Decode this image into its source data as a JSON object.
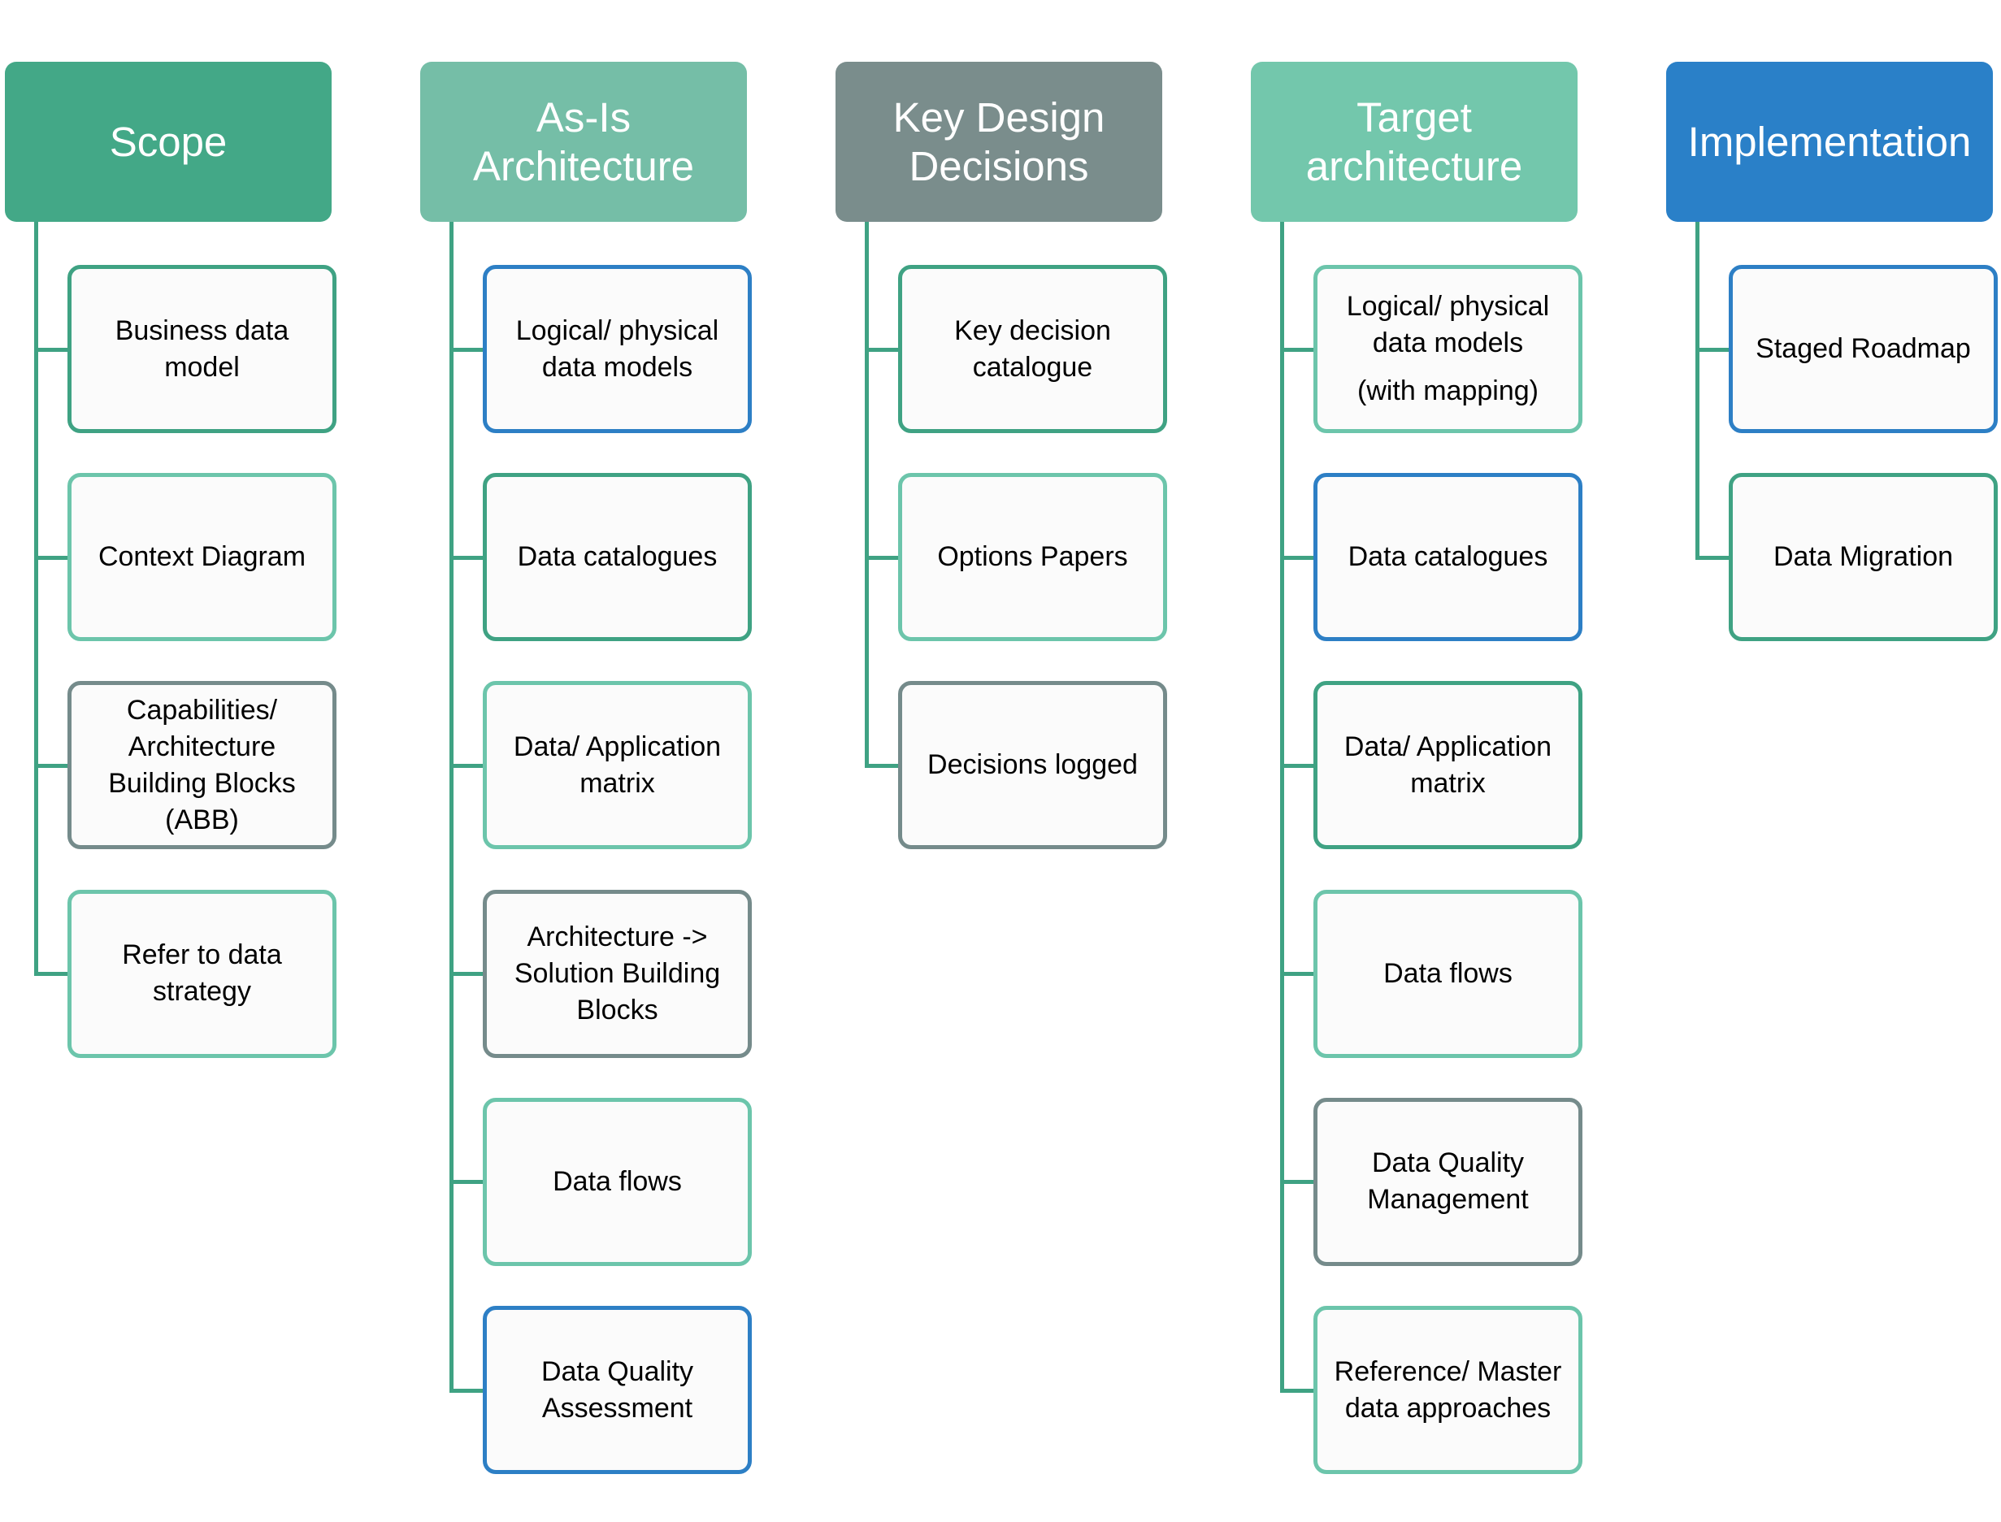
{
  "colors": {
    "connector": "#3fa283",
    "border_green": "#3fa283",
    "border_mint": "#6cc5ab",
    "border_blue": "#2d7fc5",
    "border_gray": "#758b8b",
    "card_fill": "#fbfbfb"
  },
  "columns": [
    {
      "title": "Scope",
      "header_color": "#43a887",
      "cards": [
        {
          "text": "Business data\nmodel",
          "border": "#3fa283"
        },
        {
          "text": "Context Diagram",
          "border": "#6cc5ab"
        },
        {
          "text": "Capabilities/\nArchitecture\nBuilding Blocks\n(ABB)",
          "border": "#758b8b"
        },
        {
          "text": "Refer to data\nstrategy",
          "border": "#6cc5ab"
        }
      ]
    },
    {
      "title": "As-Is\nArchitecture",
      "header_color": "#75bea7",
      "cards": [
        {
          "text": "Logical/ physical\ndata models",
          "border": "#2d7fc5"
        },
        {
          "text": "Data catalogues",
          "border": "#3fa283"
        },
        {
          "text": "Data/ Application\nmatrix",
          "border": "#6cc5ab"
        },
        {
          "text": "Architecture ->\nSolution Building\nBlocks",
          "border": "#758b8b"
        },
        {
          "text": "Data flows",
          "border": "#6cc5ab"
        },
        {
          "text": "Data Quality\nAssessment",
          "border": "#2d7fc5"
        }
      ]
    },
    {
      "title": "Key Design\nDecisions",
      "header_color": "#7a8d8c",
      "cards": [
        {
          "text": "Key decision\ncatalogue",
          "border": "#3fa283"
        },
        {
          "text": "Options Papers",
          "border": "#6cc5ab"
        },
        {
          "text": "Decisions logged",
          "border": "#758b8b"
        }
      ]
    },
    {
      "title": "Target\narchitecture",
      "header_color": "#73c7ac",
      "cards": [
        {
          "text": "Logical/ physical\ndata models",
          "sub": "(with mapping)",
          "border": "#6cc5ab"
        },
        {
          "text": "Data catalogues",
          "border": "#2d7fc5"
        },
        {
          "text": "Data/ Application\nmatrix",
          "border": "#3fa283"
        },
        {
          "text": "Data flows",
          "border": "#6cc5ab"
        },
        {
          "text": "Data Quality\nManagement",
          "border": "#758b8b"
        },
        {
          "text": "Reference/ Master\ndata approaches",
          "border": "#6cc5ab"
        }
      ]
    },
    {
      "title": "Implementation",
      "header_color": "#2a80c8",
      "cards": [
        {
          "text": "Staged Roadmap",
          "border": "#2d7fc5"
        },
        {
          "text": "Data Migration",
          "border": "#3fa283"
        }
      ]
    }
  ]
}
